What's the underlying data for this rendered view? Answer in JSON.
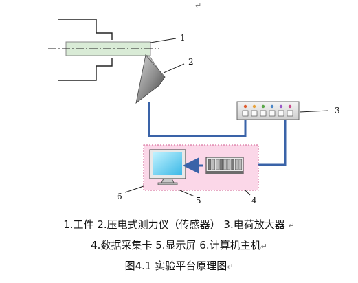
{
  "labels": {
    "l1": "1",
    "l2": "2",
    "l3": "3",
    "l4": "4",
    "l5": "5",
    "l6": "6"
  },
  "caption": {
    "line1": "1.工件  2.压电式测力仪（传感器）  3.电荷放大器",
    "line2": "4.数据采集卡  5.显示屏  6.计算机主机",
    "title": "图4.1  实验平台原理图"
  },
  "return_mark": "↵",
  "colors": {
    "cable": "#3a63a8",
    "host_box_fill": "#fbd7e8",
    "host_box_border": "#d05a8c",
    "screen": "#49c6ec",
    "workpiece": "#d9ebd6"
  }
}
